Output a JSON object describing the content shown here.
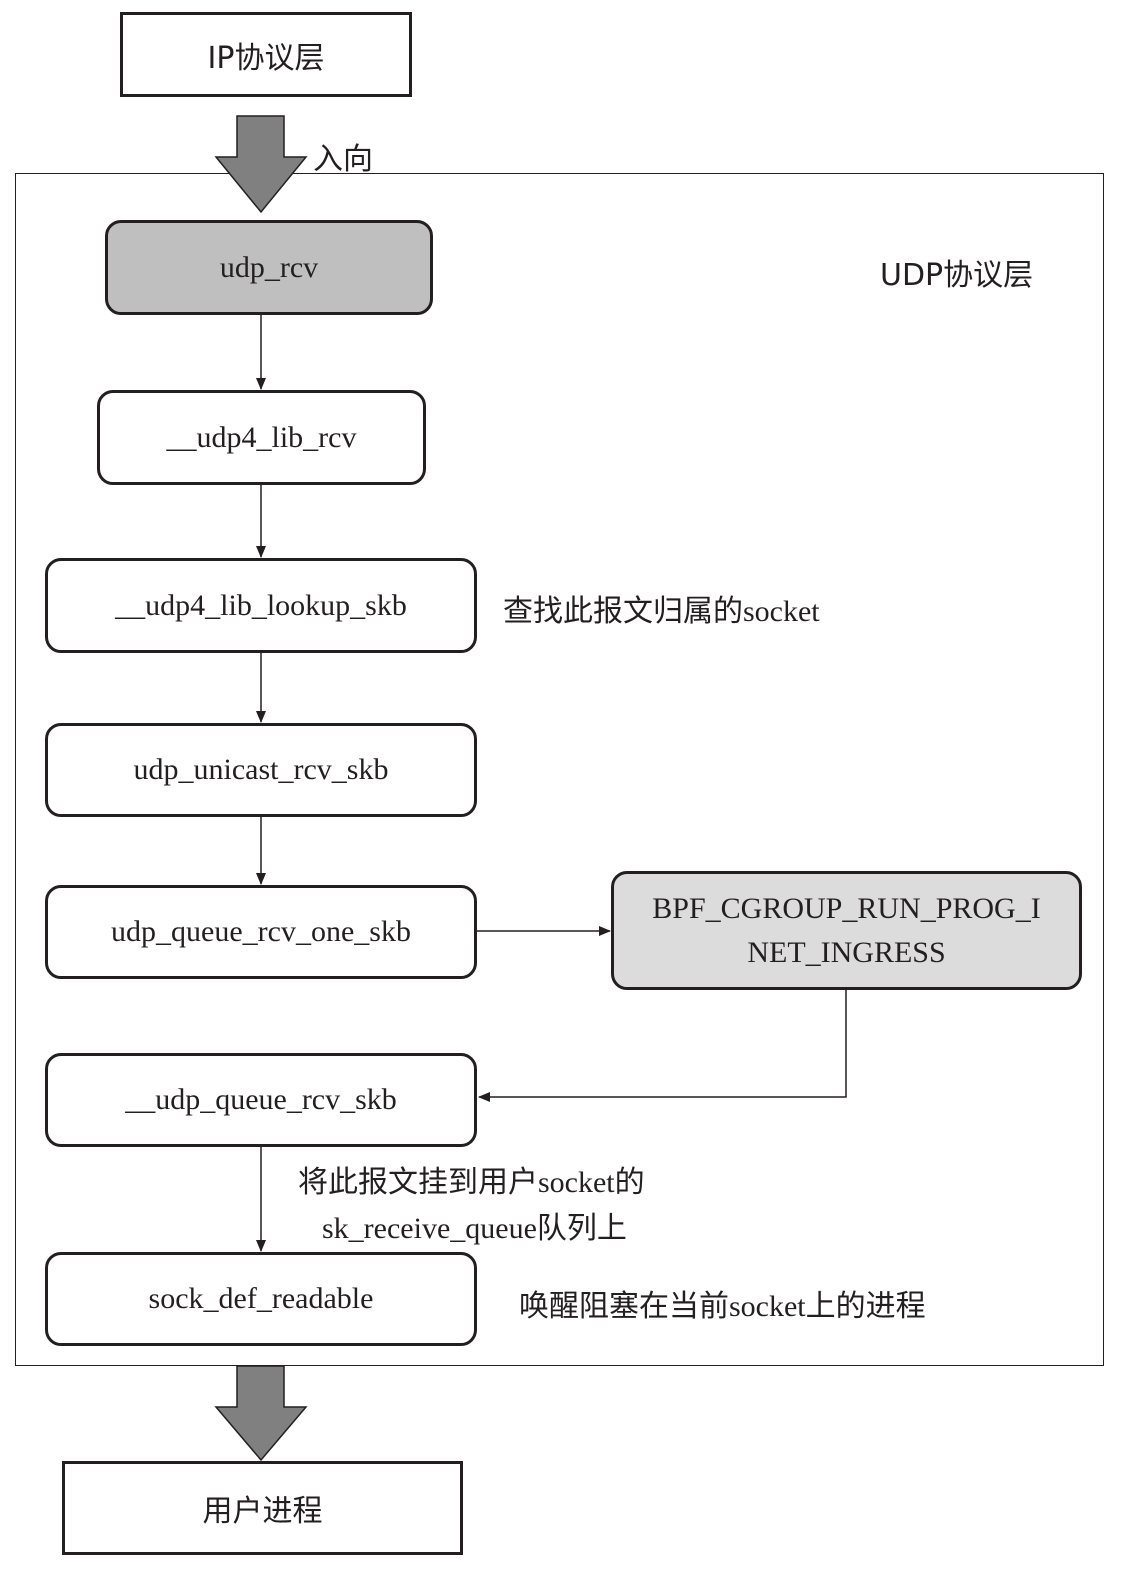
{
  "ip_layer_label": "IP协议层",
  "inbound_label": "入向",
  "udp_layer_label": "UDP协议层",
  "user_process_label": "用户进程",
  "nodes": {
    "udp_rcv": "udp_rcv",
    "udp4_lib_rcv": "__udp4_lib_rcv",
    "udp4_lib_lookup_skb": "__udp4_lib_lookup_skb",
    "udp_unicast_rcv_skb": "udp_unicast_rcv_skb",
    "udp_queue_rcv_one_skb": "udp_queue_rcv_one_skb",
    "bpf_cgroup_line1": "BPF_CGROUP_RUN_PROG_I",
    "bpf_cgroup_line2": "NET_INGRESS",
    "udp_queue_rcv_skb": "__udp_queue_rcv_skb",
    "sock_def_readable": "sock_def_readable"
  },
  "notes": {
    "lookup_note": "查找此报文归属的socket",
    "queue_note_line1": "将此报文挂到用户socket的",
    "queue_note_line2": "sk_receive_queue队列上",
    "wake_note": "唤醒阻塞在当前socket上的进程"
  },
  "colors": {
    "stroke": "#231f20",
    "big_arrow_fill": "#808080",
    "udp_rcv_fill": "#bfbfbf",
    "bpf_fill": "#dcdcdc"
  }
}
